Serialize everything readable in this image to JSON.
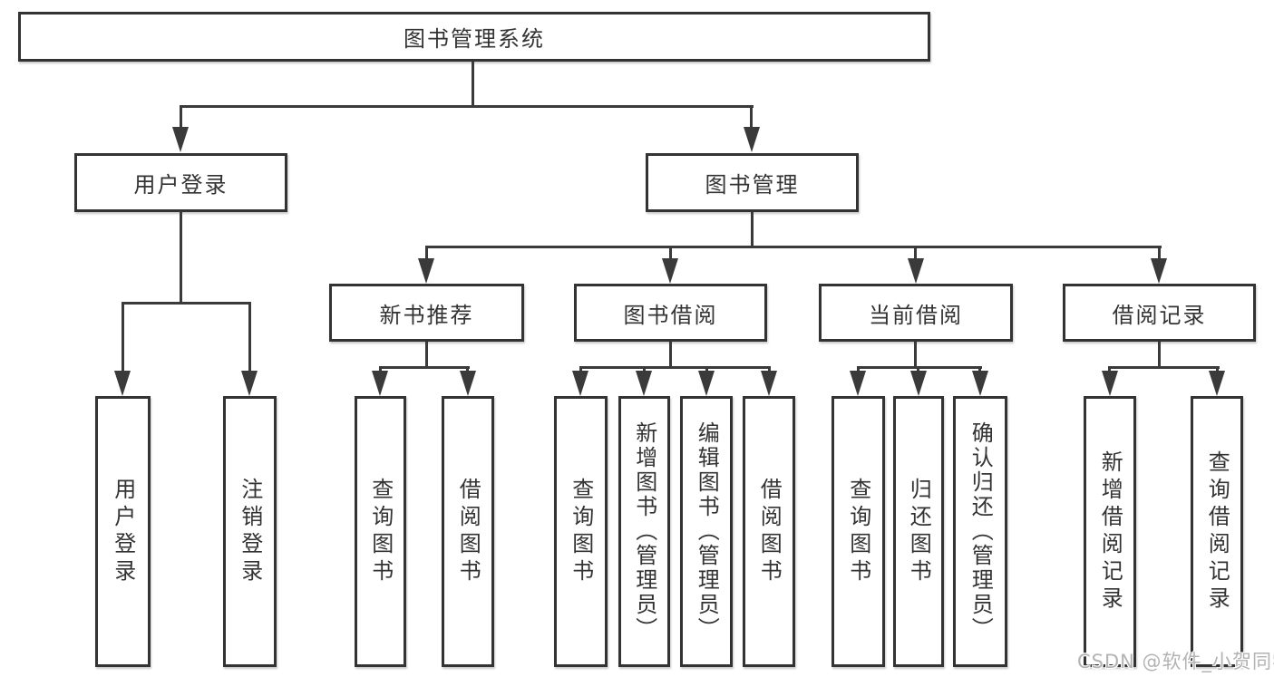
{
  "nodes": {
    "root": {
      "label": "图书管理系统"
    },
    "level2": [
      {
        "label": "用户登录"
      },
      {
        "label": "图书管理"
      }
    ],
    "level3": [
      {
        "label": "新书推荐",
        "parent": "图书管理"
      },
      {
        "label": "图书借阅",
        "parent": "图书管理"
      },
      {
        "label": "当前借阅",
        "parent": "图书管理"
      },
      {
        "label": "借阅记录",
        "parent": "图书管理"
      }
    ],
    "leaves": [
      {
        "label": "用户登录",
        "parent": "用户登录"
      },
      {
        "label": "注销登录",
        "parent": "用户登录"
      },
      {
        "label": "查询图书",
        "parent": "新书推荐"
      },
      {
        "label": "借阅图书",
        "parent": "新书推荐"
      },
      {
        "label": "查询图书",
        "parent": "图书借阅"
      },
      {
        "label": "新增图书（管理员）",
        "parent": "图书借阅"
      },
      {
        "label": "编辑图书（管理员）",
        "parent": "图书借阅"
      },
      {
        "label": "借阅图书",
        "parent": "图书借阅"
      },
      {
        "label": "查询图书",
        "parent": "当前借阅"
      },
      {
        "label": "归还图书",
        "parent": "当前借阅"
      },
      {
        "label": "确认归还（管理员）",
        "parent": "当前借阅"
      },
      {
        "label": "新增借阅记录",
        "parent": "借阅记录"
      },
      {
        "label": "查询借阅记录",
        "parent": "借阅记录"
      }
    ]
  },
  "watermark": {
    "text": "CSDN @软件_小贺同学"
  },
  "colors": {
    "line": "#3a3a3a",
    "box_border": "#333333",
    "text": "#333333",
    "watermark": "#b3b3b3",
    "background": "#ffffff"
  }
}
